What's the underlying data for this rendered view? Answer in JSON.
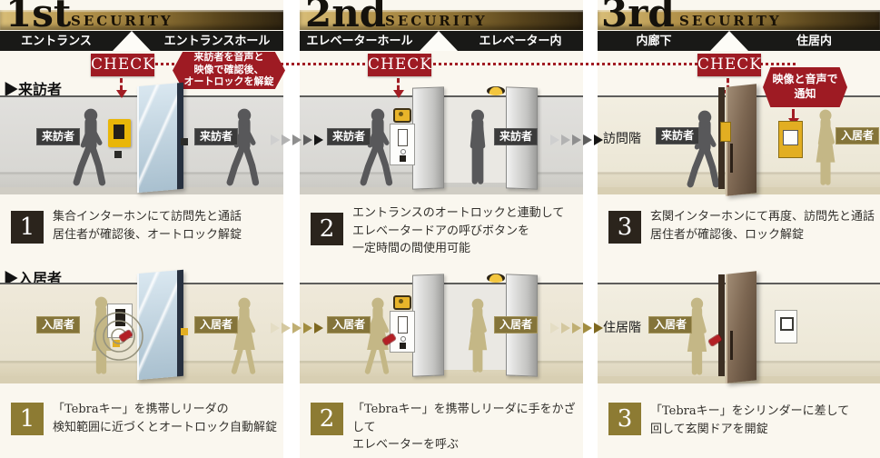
{
  "colors": {
    "gold": "#a8893f",
    "crimson": "#9e1b23",
    "zone_bar": "#191917",
    "step_dark_box": "#2b241c",
    "step_olive_box": "#8d7b33",
    "visitor_figure": "#58585a",
    "resident_figure": "#c4b786"
  },
  "rows": {
    "visitor_label": "▶来訪者",
    "resident_label": "▶入居者",
    "visitor_badge": "来訪者",
    "resident_badge": "入居者"
  },
  "sections": [
    {
      "ordinal": "1st",
      "security": "SECURITY",
      "zone_left": "エントランス",
      "zone_right": "エントランスホール",
      "check": "CHECK",
      "callout": "来訪者を音声と\n映像で確認後、\nオートロックを解錠",
      "visitor_step_num": "1",
      "visitor_step_text": "集合インターホンにて訪問先と通話\n居住者が確認後、オートロック解錠",
      "resident_step_num": "1",
      "resident_step_text": "「Tebraキー」を携帯しリーダの\n検知範囲に近づくとオートロック自動解錠"
    },
    {
      "ordinal": "2nd",
      "security": "SECURITY",
      "zone_left": "エレベーターホール",
      "zone_right": "エレベーター内",
      "check": "CHECK",
      "visitor_step_num": "2",
      "visitor_step_text": "エントランスのオートロックと連動して\nエレベータードアの呼びボタンを\n一定時間の間使用可能",
      "resident_step_num": "2",
      "resident_step_text": "「Tebraキー」を携帯しリーダに手をかざして\nエレベーターを呼ぶ"
    },
    {
      "ordinal": "3rd",
      "security": "SECURITY",
      "zone_left": "内廊下",
      "zone_right": "住居内",
      "check": "CHECK",
      "callout": "映像と音声で\n通知",
      "visitor_floor_label": "訪問階",
      "resident_floor_label": "住居階",
      "visitor_step_num": "3",
      "visitor_step_text": "玄関インターホンにて再度、訪問先と通話\n居住者が確認後、ロック解錠",
      "resident_step_num": "3",
      "resident_step_text": "「Tebraキー」をシリンダーに差して\n回して玄関ドアを開錠"
    }
  ]
}
